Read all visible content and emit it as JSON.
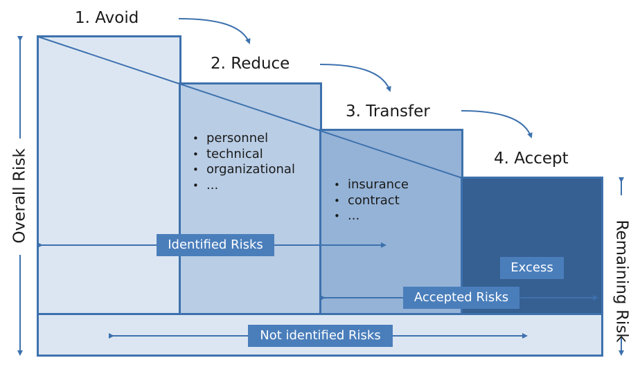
{
  "steps": [
    {
      "title": "1. Avoid"
    },
    {
      "title": "2. Reduce",
      "bullets": [
        "personnel",
        "technical",
        "organizational",
        "..."
      ]
    },
    {
      "title": "3. Transfer",
      "bullets": [
        "insurance",
        "contract",
        "..."
      ]
    },
    {
      "title": "4. Accept"
    }
  ],
  "labels": {
    "identified": "Identified Risks",
    "accepted": "Accepted Risks",
    "not_identified": "Not identified Risks",
    "excess": "Excess"
  },
  "axes": {
    "left": "Overall Risk",
    "right": "Remaining Risk"
  },
  "colors": {
    "avoid": "#dce6f2",
    "reduce": "#b9cde5",
    "transfer": "#95b3d7",
    "accept": "#365f92",
    "border": "#3d71ad",
    "label_bg": "#4a7ebb"
  }
}
